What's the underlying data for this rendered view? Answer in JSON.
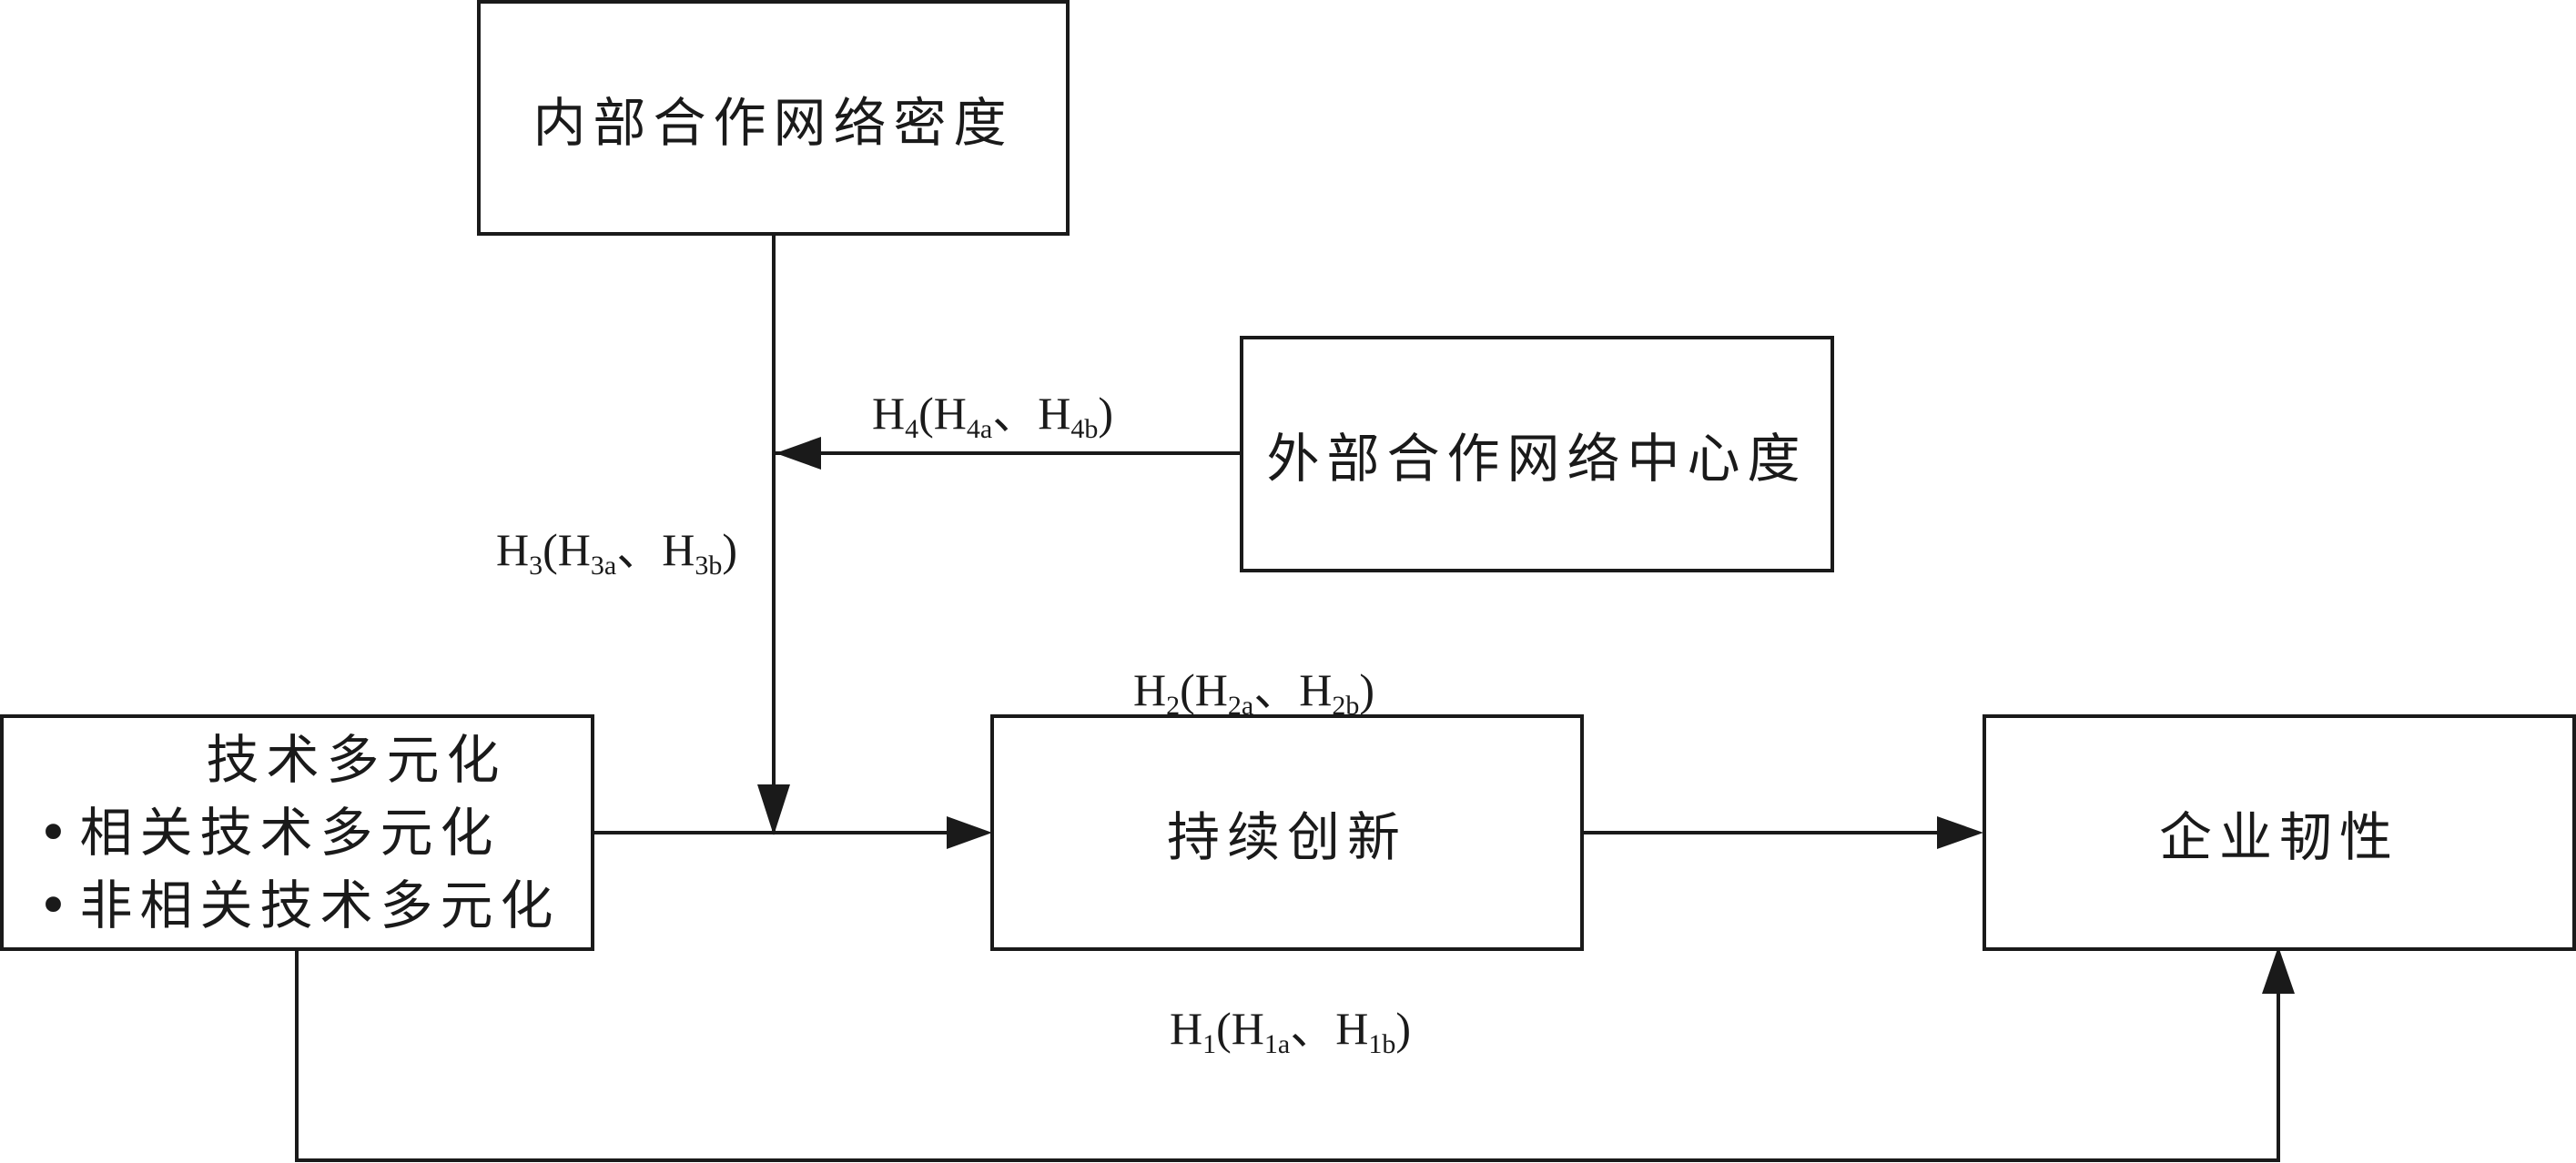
{
  "boxes": {
    "internal_density": "内部合作网络密度",
    "external_centrality": "外部合作网络中心度",
    "tech_diversification": {
      "title": "技术多元化",
      "items": [
        "相关技术多元化",
        "非相关技术多元化"
      ],
      "bullet": "•"
    },
    "sustained_innovation": "持续创新",
    "firm_resilience": "企业韧性"
  },
  "hypotheses": {
    "h1": {
      "main": "H",
      "main_sub": "1",
      "a": "H",
      "a_sub": "1a",
      "b": "H",
      "b_sub": "1b",
      "sep": "、"
    },
    "h2": {
      "main": "H",
      "main_sub": "2",
      "a": "H",
      "a_sub": "2a",
      "b": "H",
      "b_sub": "2b",
      "sep": "、"
    },
    "h3": {
      "main": "H",
      "main_sub": "3",
      "a": "H",
      "a_sub": "3a",
      "b": "H",
      "b_sub": "3b",
      "sep": "、"
    },
    "h4": {
      "main": "H",
      "main_sub": "4",
      "a": "H",
      "a_sub": "4a",
      "b": "H",
      "b_sub": "4b",
      "sep": "、"
    }
  },
  "colors": {
    "stroke": "#1a1a1a",
    "background": "#ffffff"
  }
}
